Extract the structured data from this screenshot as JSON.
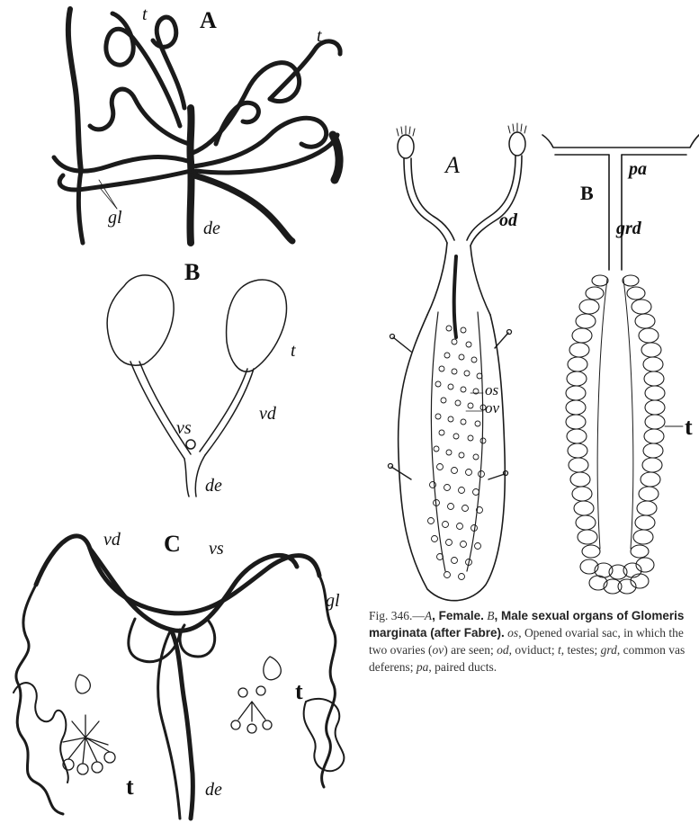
{
  "left_figure": {
    "A": {
      "panel_label": "A",
      "labels": [
        "t",
        "t",
        "gl",
        "de"
      ]
    },
    "B": {
      "panel_label": "B",
      "labels": [
        "t",
        "vd",
        "vs",
        "de"
      ]
    },
    "C": {
      "panel_label": "C",
      "labels": [
        "vd",
        "vs",
        "gl",
        "t",
        "t",
        "de"
      ]
    }
  },
  "right_figure": {
    "A": {
      "panel_label": "A",
      "labels": [
        "od",
        "os",
        "ov"
      ]
    },
    "B": {
      "panel_label": "B",
      "labels": [
        "pa",
        "grd",
        "t"
      ]
    }
  },
  "caption": {
    "fig_no": "Fig. 346.—",
    "a_key": "A",
    "a_text": ", Female.",
    "b_key": "B",
    "b_text": ", Male sexual organs of Glomeris marginata (after Fabre).",
    "os_abbr": "os",
    "os_text": ", Opened ovarial sac, in which the two ovaries (",
    "ov_abbr": "ov",
    "ov_text": ") are seen; ",
    "od_abbr": "od",
    "od_text": ", oviduct; ",
    "t_abbr": "t",
    "t_text": ", testes; ",
    "grd_abbr": "grd",
    "grd_text": ", common vas deferens; ",
    "pa_abbr": "pa",
    "pa_text": ", paired ducts."
  }
}
